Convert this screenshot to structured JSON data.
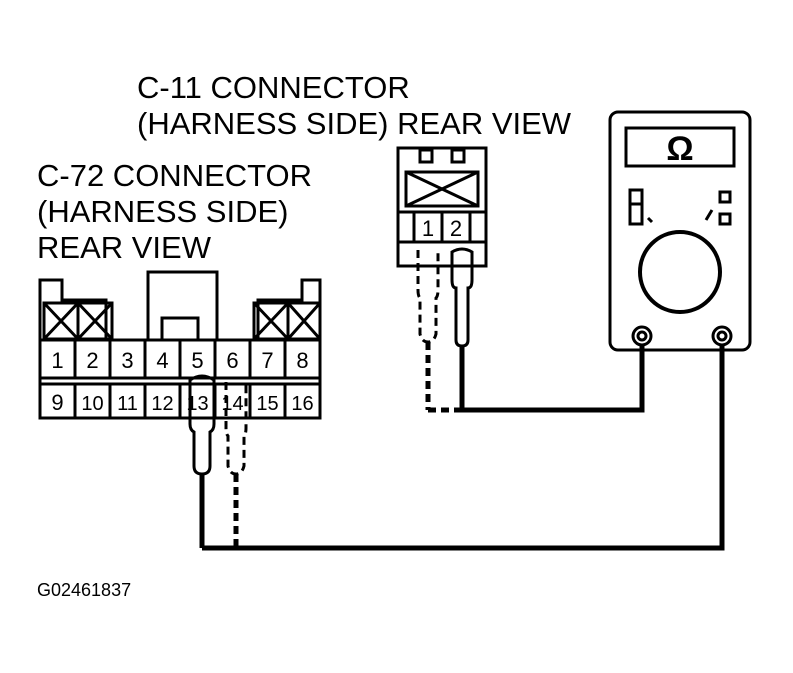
{
  "c11_label": {
    "line1": "C-11 CONNECTOR",
    "line2": "(HARNESS SIDE) REAR VIEW"
  },
  "c72_label": {
    "line1": "C-72 CONNECTOR",
    "line2": "(HARNESS SIDE)",
    "line3": "REAR VIEW"
  },
  "figure_id": "G02461837",
  "meter_symbol": "Ω",
  "c11_pins": [
    "1",
    "2"
  ],
  "c72_pins_top": [
    "1",
    "2",
    "3",
    "4",
    "5",
    "6",
    "7",
    "8"
  ],
  "c72_pins_bottom": [
    "9",
    "10",
    "11",
    "12",
    "13",
    "14",
    "15",
    "16"
  ]
}
